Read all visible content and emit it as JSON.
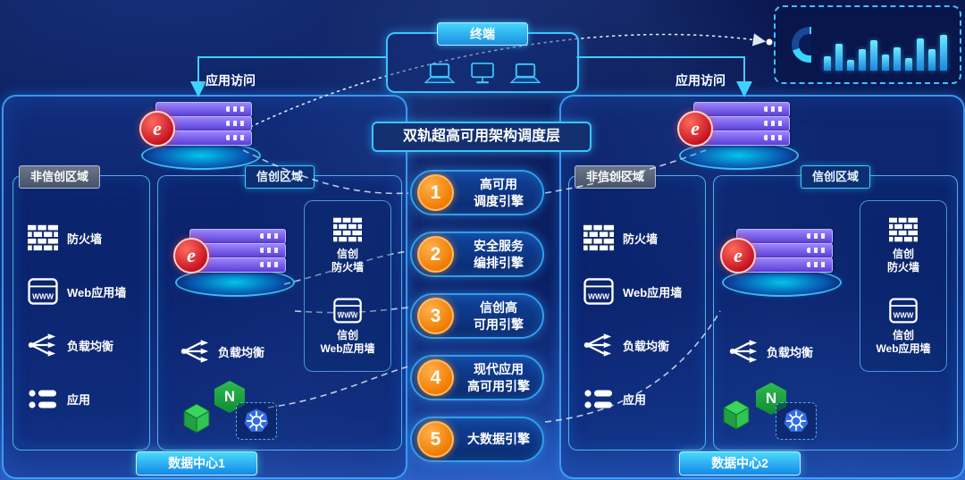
{
  "banner": "双轨超高可用架构调度层",
  "terminal": {
    "label": "终端"
  },
  "app_access": {
    "left": "应用访问",
    "right": "应用访问"
  },
  "logo_letter": "e",
  "nginx_letter": "N",
  "engines": [
    {
      "num": "1",
      "line1": "高可用",
      "line2": "调度引擎"
    },
    {
      "num": "2",
      "line1": "安全服务",
      "line2": "编排引擎"
    },
    {
      "num": "3",
      "line1": "信创高",
      "line2": "可用引擎"
    },
    {
      "num": "4",
      "line1": "现代应用",
      "line2": "高可用引擎"
    },
    {
      "num": "5",
      "line1": "大数据引擎",
      "line2": ""
    }
  ],
  "dc1": {
    "tag": "数据中心1",
    "non_xc": {
      "title": "非信创区域",
      "items": [
        "防火墙",
        "Web应用墙",
        "负载均衡",
        "应用"
      ]
    },
    "xc": {
      "title": "信创区域",
      "fw1": "信创",
      "fw2": "防火墙",
      "waf1": "信创",
      "waf2": "Web应用墙",
      "lb": "负载均衡"
    }
  },
  "dc2": {
    "tag": "数据中心2",
    "non_xc": {
      "title": "非信创区域",
      "items": [
        "防火墙",
        "Web应用墙",
        "负载均衡",
        "应用"
      ]
    },
    "xc": {
      "title": "信创区域",
      "fw1": "信创",
      "fw2": "防火墙",
      "waf1": "信创",
      "waf2": "Web应用墙",
      "lb": "负载均衡"
    }
  },
  "dashboard": {
    "bars": [
      16,
      30,
      12,
      24,
      34,
      18,
      26,
      14,
      36,
      24,
      40
    ]
  },
  "icons": {
    "firewall": "brick-wall",
    "web_app_wall": "www-browser",
    "load_balancer": "branch-arrows",
    "application": "app-list",
    "nginx": "green-hexagon-N",
    "kubernetes": "blue-helm-wheel",
    "container_platform": "green-cube",
    "server_stack": "purple-servers-on-glowing-disc",
    "terminal_devices": "laptop-monitor-laptop",
    "dashboard": "gauge-and-bar-chart"
  }
}
